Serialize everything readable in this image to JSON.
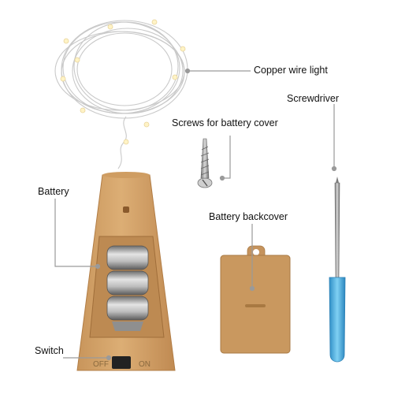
{
  "labels": {
    "copper_wire_light": "Copper wire light",
    "screws": "Screws for battery cover",
    "screwdriver": "Screwdriver",
    "battery": "Battery",
    "battery_backcover": "Battery backcover",
    "switch": "Switch",
    "switch_off": "OFF",
    "switch_on": "ON"
  },
  "colors": {
    "cork_body": "#d4a46b",
    "cork_shadow": "#b9874f",
    "battery_metal": "#a6a6a6",
    "screwdriver_handle": "#4fb3e6",
    "screwdriver_shaft": "#9a9a9a",
    "callout_line": "#9a9a9a",
    "led": "#fff3c6"
  }
}
